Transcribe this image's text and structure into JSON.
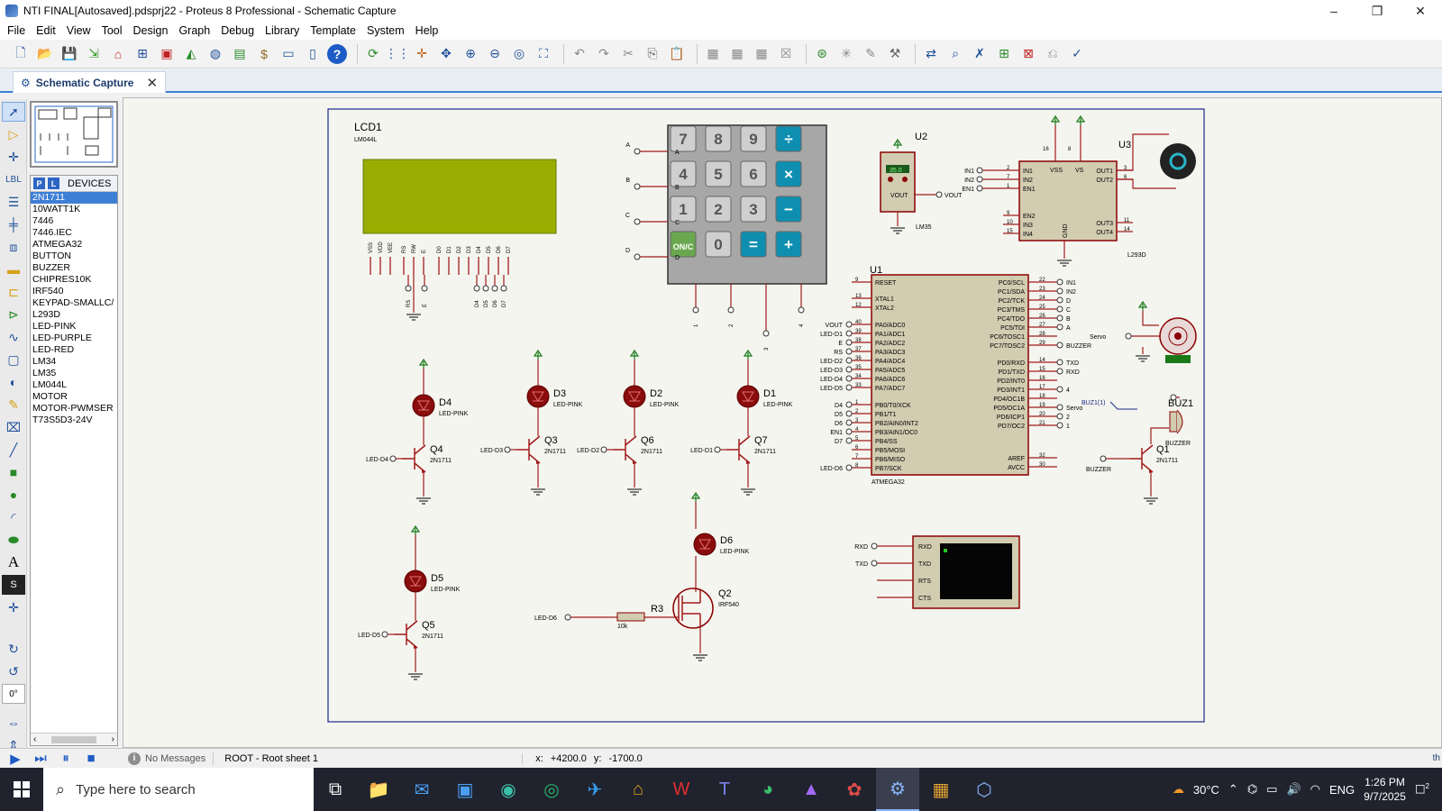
{
  "window": {
    "title": "NTI FINAL[Autosaved].pdsprj22 - Proteus 8 Professional - Schematic Capture",
    "minimize": "–",
    "maximize": "❐",
    "close": "✕"
  },
  "menu": [
    "File",
    "Edit",
    "View",
    "Tool",
    "Design",
    "Graph",
    "Debug",
    "Library",
    "Template",
    "System",
    "Help"
  ],
  "doc_tab": {
    "label": "Schematic Capture",
    "close": "✕"
  },
  "devices": {
    "p_button": "P",
    "l_button": "L",
    "title": "DEVICES",
    "selected": "2N1711",
    "items": [
      "2N1711",
      "10WATT1K",
      "7446",
      "7446.IEC",
      "ATMEGA32",
      "BUTTON",
      "BUZZER",
      "CHIPRES10K",
      "IRF540",
      "KEYPAD-SMALLC/",
      "L293D",
      "LED-PINK",
      "LED-PURPLE",
      "LED-RED",
      "LM34",
      "LM35",
      "LM044L",
      "MOTOR",
      "MOTOR-PWMSER",
      "T73S5D3-24V"
    ]
  },
  "rotation": "0°",
  "schematic": {
    "lcd": {
      "ref": "LCD1",
      "part": "LM044L",
      "pins": [
        "VSS",
        "VDD",
        "VEE",
        "RS",
        "RW",
        "E",
        "D0",
        "D1",
        "D2",
        "D3",
        "D4",
        "D5",
        "D6",
        "D7"
      ],
      "nets": [
        "RS",
        "E",
        "D4",
        "D5",
        "D6",
        "D7"
      ]
    },
    "keypad": {
      "rows": [
        "A",
        "B",
        "C",
        "D"
      ],
      "keys": [
        [
          "7",
          "8",
          "9",
          "÷"
        ],
        [
          "4",
          "5",
          "6",
          "×"
        ],
        [
          "1",
          "2",
          "3",
          "−"
        ],
        [
          "ON/C",
          "0",
          "=",
          "+"
        ]
      ],
      "cols": [
        "1",
        "2",
        "3",
        "4"
      ]
    },
    "u1": {
      "ref": "U1",
      "part": "ATMEGA32",
      "left_pins": [
        "RESET",
        "XTAL1",
        "XTAL2",
        "PA0/ADC0",
        "PA1/ADC1",
        "PA2/ADC2",
        "PA3/ADC3",
        "PA4/ADC4",
        "PA5/ADC5",
        "PA6/ADC6",
        "PA7/ADC7",
        "PB0/T0/XCK",
        "PB1/T1",
        "PB2/AIN0/INT2",
        "PB3/AIN1/OC0",
        "PB4/SS",
        "PB5/MOSI",
        "PB6/MISO",
        "PB7/SCK"
      ],
      "left_nums": [
        "9",
        "13",
        "12",
        "40",
        "39",
        "38",
        "37",
        "36",
        "35",
        "34",
        "33",
        "1",
        "2",
        "3",
        "4",
        "5",
        "6",
        "7",
        "8"
      ],
      "left_nets": [
        "",
        "",
        "",
        "VOUT",
        "LED-D1",
        "E",
        "RS",
        "LED-D2",
        "LED-D3",
        "LED-D4",
        "LED-D5",
        "D4",
        "D5",
        "D6",
        "EN1",
        "D7",
        "",
        "",
        "LED-D6"
      ],
      "right_pins": [
        "PC0/SCL",
        "PC1/SDA",
        "PC2/TCK",
        "PC3/TMS",
        "PC4/TDO",
        "PC5/TDI",
        "PC6/TOSC1",
        "PC7/TOSC2",
        "PD0/RXD",
        "PD1/TXD",
        "PD2/INT0",
        "PD3/INT1",
        "PD4/OC1B",
        "PD5/OC1A",
        "PD6/ICP1",
        "PD7/OC2",
        "AREF",
        "AVCC"
      ],
      "right_nums": [
        "22",
        "23",
        "24",
        "25",
        "26",
        "27",
        "28",
        "29",
        "14",
        "15",
        "16",
        "17",
        "18",
        "19",
        "20",
        "21",
        "32",
        "30"
      ],
      "right_nets": [
        "IN1",
        "IN2",
        "D",
        "C",
        "B",
        "A",
        "",
        "BUZZER",
        "TXD",
        "RXD",
        "",
        "4",
        "",
        "Servo",
        "2",
        "1",
        "",
        ""
      ]
    },
    "u2": {
      "ref": "U2",
      "part": "LM35",
      "reading": "35.0",
      "pin": "VOUT",
      "net": "VOUT"
    },
    "u3": {
      "ref": "U3",
      "part": "L293D",
      "left": [
        "IN1",
        "IN2",
        "EN1",
        "EN2",
        "IN3",
        "IN4"
      ],
      "left_nums": [
        "2",
        "7",
        "1",
        "9",
        "10",
        "15"
      ],
      "right": [
        "OUT1",
        "OUT2",
        "OUT3",
        "OUT4"
      ],
      "right_nums": [
        "3",
        "6",
        "11",
        "14"
      ],
      "top": [
        "VSS",
        "VS"
      ],
      "top_nums": [
        "16",
        "8"
      ],
      "gnd": "GND",
      "nets": [
        "IN1",
        "IN2",
        "EN1"
      ]
    },
    "leds": [
      {
        "ref": "D4",
        "part": "LED-PINK"
      },
      {
        "ref": "D3",
        "part": "LED-PINK"
      },
      {
        "ref": "D2",
        "part": "LED-PINK"
      },
      {
        "ref": "D1",
        "part": "LED-PINK"
      },
      {
        "ref": "D5",
        "part": "LED-PINK"
      },
      {
        "ref": "D6",
        "part": "LED-PINK"
      }
    ],
    "transistors": [
      {
        "ref": "Q4",
        "part": "2N1711",
        "net": "LED-D4"
      },
      {
        "ref": "Q3",
        "part": "2N1711",
        "net": "LED-D3"
      },
      {
        "ref": "Q6",
        "part": "2N1711",
        "net": "LED-D2"
      },
      {
        "ref": "Q7",
        "part": "2N1711",
        "net": "LED-D1"
      },
      {
        "ref": "Q5",
        "part": "2N1711",
        "net": "LED-D5"
      },
      {
        "ref": "Q1",
        "part": "2N1711",
        "net": "BUZZER"
      }
    ],
    "mosfet": {
      "ref": "Q2",
      "part": "IRF540"
    },
    "resistor": {
      "ref": "R3",
      "value": "10k",
      "net": "LED-D6"
    },
    "servo": {
      "net": "Servo"
    },
    "buzzer": {
      "ref": "BUZ1",
      "part": "BUZZER",
      "probe": "BUZ1(1)"
    },
    "terminal": {
      "pins": [
        "RXD",
        "TXD",
        "RTS",
        "CTS"
      ],
      "nets": [
        "RXD",
        "TXD"
      ]
    }
  },
  "status": {
    "messages": "No Messages",
    "sheet": "ROOT - Root sheet 1",
    "x_label": "x:",
    "x_value": "+4200.0",
    "y_label": "y:",
    "y_value": "-1700.0",
    "end": "th"
  },
  "taskbar": {
    "search_placeholder": "Type here to search",
    "weather": "30°C",
    "lang": "ENG",
    "time": "1:26 PM",
    "date": "9/7/2025",
    "notification_count": "2"
  },
  "colors": {
    "wire": "#a11b1b",
    "part_body": "#d2ccb1",
    "lcd_screen": "#98ad00",
    "accent": "#3e7fd6"
  }
}
